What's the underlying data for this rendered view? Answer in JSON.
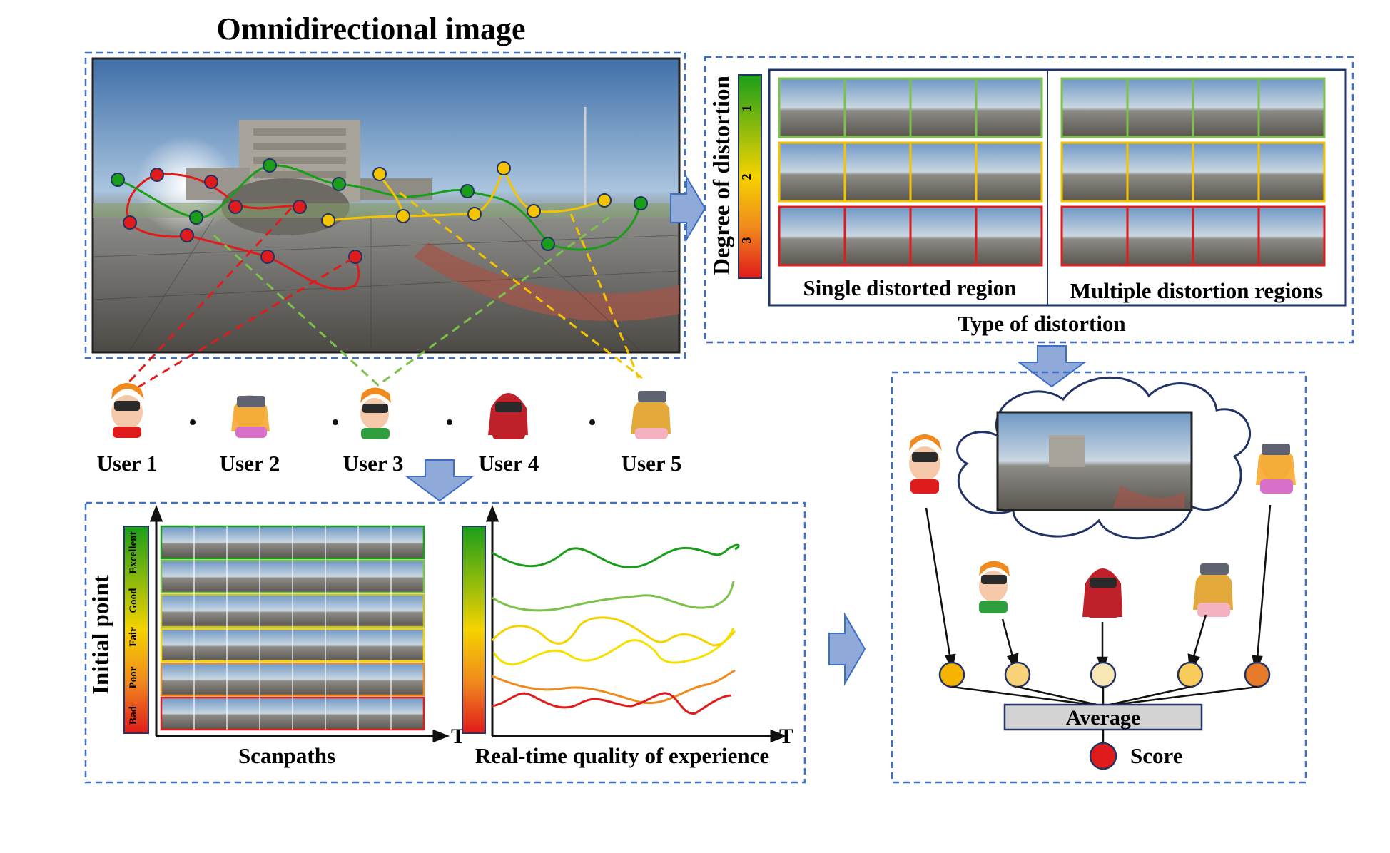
{
  "title": "Omnidirectional image",
  "distortion": {
    "degree_label": "Degree of distortion",
    "levels": [
      "1",
      "2",
      "3"
    ],
    "single_label": "Single distorted region",
    "multiple_label": "Multiple distortion regions",
    "type_label": "Type of distortion"
  },
  "users": [
    "User 1",
    "User 2",
    "User 3",
    "User 4",
    "User 5"
  ],
  "scanpaths": {
    "axis_label": "Initial point",
    "levels": [
      "Bad",
      "Poor",
      "Fair",
      "Good",
      "Excellent"
    ],
    "x_label": "Scanpaths",
    "t_label": "T"
  },
  "qoe": {
    "x_label": "Real-time quality of experience",
    "t_label": "T"
  },
  "aggregate": {
    "average_label": "Average",
    "score_label": "Score"
  },
  "colors": {
    "green": "#2e9e2e",
    "light_green": "#7cc24a",
    "yellow": "#f5d300",
    "orange": "#f08a1c",
    "red": "#e01b1b",
    "dash_blue": "#3d6fc4",
    "arrow_fill": "#8fa9d9"
  }
}
